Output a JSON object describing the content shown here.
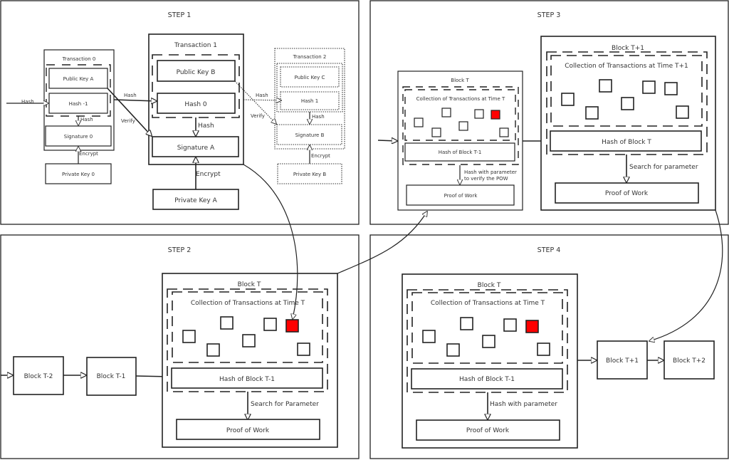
{
  "steps": [
    {
      "title": "STEP 1"
    },
    {
      "title": "STEP 2"
    },
    {
      "title": "STEP 3"
    },
    {
      "title": "STEP 4"
    }
  ],
  "colors": {
    "highlight": "#ff0000",
    "stroke": "#222222",
    "text": "#333333"
  },
  "step1": {
    "incoming_label": "Hash",
    "tx0": {
      "title": "Transaction 0",
      "public_key": "Public Key A",
      "hash": "Hash -1",
      "hash_label": "Hash",
      "signature": "Signature 0",
      "encrypt_label": "Encrypt",
      "private_key": "Private Key 0"
    },
    "tx1": {
      "title": "Transaction 1",
      "public_key": "Public Key B",
      "hash": "Hash 0",
      "hash_label": "Hash",
      "signature": "Signature A",
      "encrypt_label": "Encrypt",
      "private_key": "Private Key A"
    },
    "tx2": {
      "title": "Transaction 2",
      "public_key": "Public Key C",
      "hash": "Hash 1",
      "hash_label": "Hash",
      "signature": "Signature B",
      "encrypt_label": "Encrypt",
      "private_key": "Private Key B"
    },
    "link_hash_0_1": "Hash",
    "link_verify_0_1": "Verify",
    "link_hash_1_2": "Hash",
    "link_verify_1_2": "Verify"
  },
  "step2": {
    "chain": [
      "Block T-2",
      "Block T-1"
    ],
    "block": {
      "title": "Block T",
      "collection": "Collection of Transactions at Time T",
      "prev_hash": "Hash of Block T-1",
      "arrow_label": "Search for Parameter",
      "pow": "Proof of Work"
    }
  },
  "step3": {
    "block_t": {
      "title": "Block T",
      "collection": "Collection of Transactions at Time T",
      "prev_hash": "Hash of Block T-1",
      "arrow_label_line1": "Hash with parameter",
      "arrow_label_line2": "to verify the POW",
      "pow": "Proof of Work"
    },
    "block_t1": {
      "title": "Block T+1",
      "collection": "Collection of Transactions at Time T+1",
      "prev_hash": "Hash of Block T",
      "arrow_label": "Search for parameter",
      "pow": "Proof of Work"
    }
  },
  "step4": {
    "block": {
      "title": "Block T",
      "collection": "Collection of Transactions at Time T",
      "prev_hash": "Hash of Block T-1",
      "arrow_label": "Hash with parameter",
      "pow": "Proof of Work"
    },
    "chain": [
      "Block T+1",
      "Block T+2"
    ]
  }
}
